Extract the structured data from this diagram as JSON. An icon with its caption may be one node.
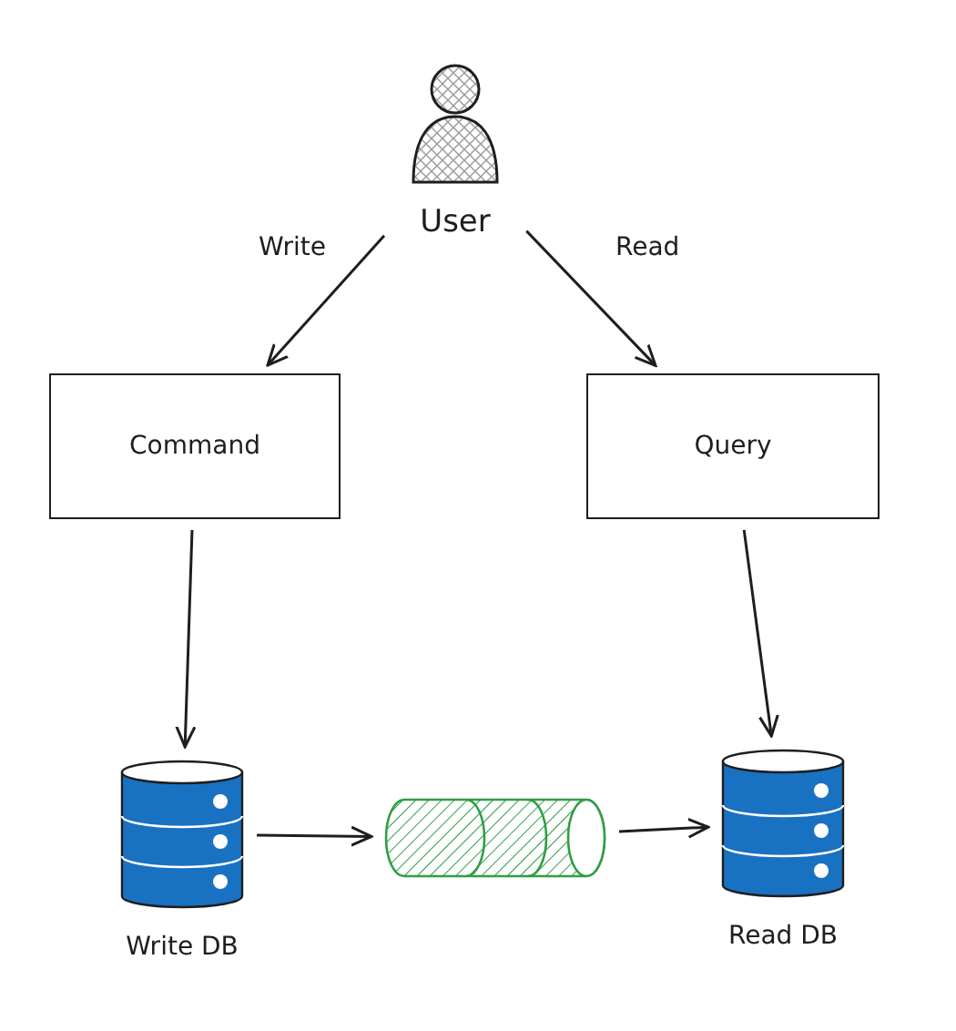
{
  "diagram": {
    "nodes": [
      {
        "text": [
          "User"
        ]
      },
      {
        "text": [
          "Command"
        ]
      },
      {
        "text": [
          "Query"
        ]
      },
      {
        "text": [
          "Write DB"
        ]
      },
      {
        "text": [],
        "shape": "cylinder"
      },
      {
        "text": [
          "Read DB"
        ]
      }
    ],
    "edges": [
      {
        "from": 0,
        "to": 1,
        "arrow": "to",
        "label": "Write"
      },
      {
        "from": 0,
        "to": 2,
        "arrow": "to",
        "label": "Read"
      },
      {
        "from": 1,
        "to": 3,
        "arrow": "to"
      },
      {
        "from": 2,
        "to": 5,
        "arrow": "to"
      },
      {
        "from": 3,
        "to": 4,
        "arrow": "to"
      },
      {
        "from": 4,
        "to": 5,
        "arrow": "to"
      }
    ]
  }
}
